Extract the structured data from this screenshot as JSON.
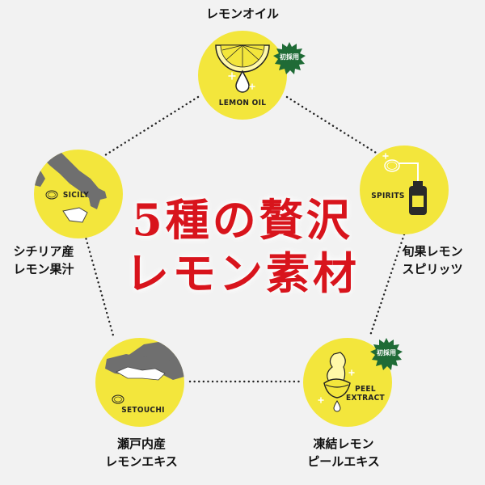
{
  "headline": {
    "line1": "5種の贅沢",
    "line2": "レモン素材"
  },
  "nodes": {
    "lemon_oil": {
      "label": "LEMON OIL",
      "caption": "レモンオイル",
      "badge": "初採用"
    },
    "spirits": {
      "label": "SPIRITS",
      "caption_line1": "旬果レモン",
      "caption_line2": "スピリッツ"
    },
    "peel_extract": {
      "label_line1": "PEEL",
      "label_line2": "EXTRACT",
      "caption_line1": "凍結レモン",
      "caption_line2": "ピールエキス",
      "badge": "初採用"
    },
    "setouchi": {
      "label": "SETOUCHI",
      "caption_line1": "瀬戸内産",
      "caption_line2": "レモンエキス"
    },
    "sicily": {
      "label": "SICILY",
      "caption_line1": "シチリア産",
      "caption_line2": "レモン果汁"
    }
  },
  "colors": {
    "circle": "#f3e63c",
    "badge": "#1f6b36",
    "headline": "#d8141c",
    "land": "#7a7a7a",
    "background": "#f2f2f2"
  }
}
